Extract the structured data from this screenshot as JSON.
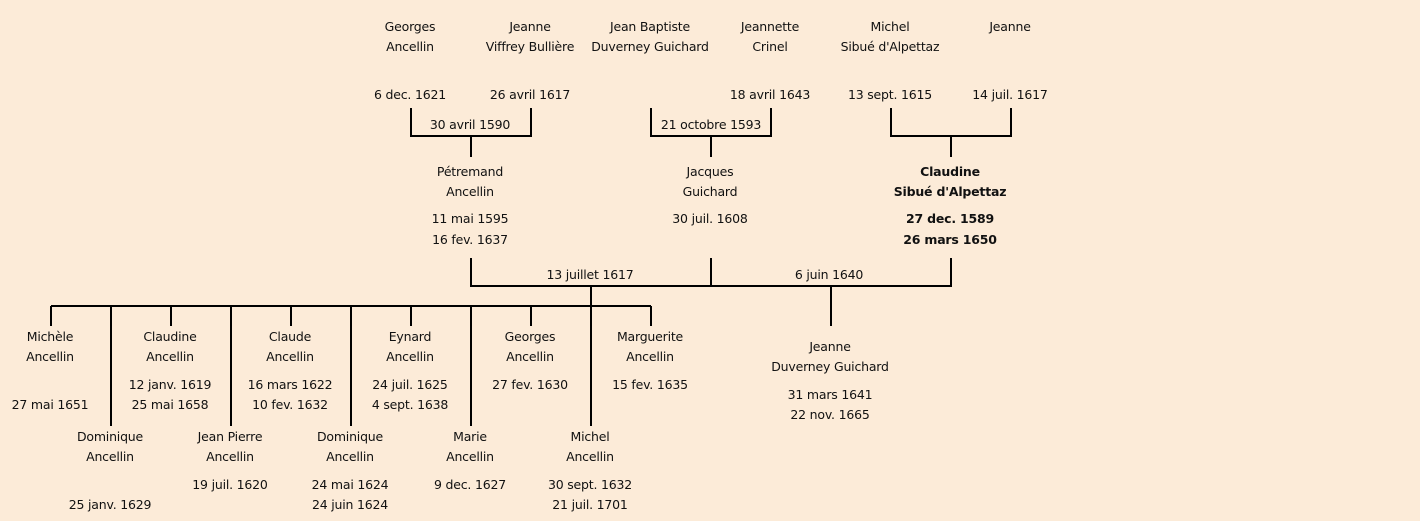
{
  "grandparents": [
    {
      "id": "g1",
      "first": "Georges",
      "last": "Ancellin",
      "date": "6 dec. 1621"
    },
    {
      "id": "g2",
      "first": "Jeanne",
      "last": "Viffrey Bullière",
      "date": "26 avril 1617"
    },
    {
      "id": "g3",
      "first": "Jean Baptiste",
      "last": "Duverney Guichard",
      "date": ""
    },
    {
      "id": "g4",
      "first": "Jeannette",
      "last": "Crinel",
      "date": "18 avril 1643"
    },
    {
      "id": "g5",
      "first": "Michel",
      "last": "Sibué d'Alpettaz",
      "date": "13 sept. 1615"
    },
    {
      "id": "g6",
      "first": "Jeanne",
      "last": "",
      "date": "14 juil. 1617"
    }
  ],
  "grandparent_marriages": [
    {
      "date": "30 avril 1590"
    },
    {
      "date": "21 octobre 1593"
    },
    {
      "date": ""
    }
  ],
  "parents": [
    {
      "first": "Pétremand",
      "last": "Ancellin",
      "birth": "11 mai 1595",
      "death": "16 fev. 1637",
      "bold": false
    },
    {
      "first": "Jacques",
      "last": "Guichard",
      "birth": "30 juil. 1608",
      "death": "",
      "bold": false
    },
    {
      "first": "Claudine",
      "last": "Sibué d'Alpettaz",
      "birth": "27 dec. 1589",
      "death": "26 mars 1650",
      "bold": true
    }
  ],
  "marriages": [
    {
      "date": "13 juillet 1617"
    },
    {
      "date": "6 juin 1640"
    }
  ],
  "children_first_marriage": [
    {
      "first": "Michèle",
      "last": "Ancellin",
      "birth": "",
      "death": "27 mai 1651"
    },
    {
      "first": "Dominique",
      "last": "Ancellin",
      "birth": "",
      "death": "25 janv. 1629"
    },
    {
      "first": "Claudine",
      "last": "Ancellin",
      "birth": "12 janv. 1619",
      "death": "25 mai 1658"
    },
    {
      "first": "Jean Pierre",
      "last": "Ancellin",
      "birth": "19 juil. 1620",
      "death": ""
    },
    {
      "first": "Claude",
      "last": "Ancellin",
      "birth": "16 mars 1622",
      "death": "10 fev. 1632"
    },
    {
      "first": "Dominique",
      "last": "Ancellin",
      "birth": "24 mai 1624",
      "death": "24 juin 1624"
    },
    {
      "first": "Eynard",
      "last": "Ancellin",
      "birth": "24 juil. 1625",
      "death": "4 sept. 1638"
    },
    {
      "first": "Marie",
      "last": "Ancellin",
      "birth": "9 dec. 1627",
      "death": ""
    },
    {
      "first": "Georges",
      "last": "Ancellin",
      "birth": "27 fev. 1630",
      "death": ""
    },
    {
      "first": "Michel",
      "last": "Ancellin",
      "birth": "30 sept. 1632",
      "death": "21 juil. 1701"
    },
    {
      "first": "Marguerite",
      "last": "Ancellin",
      "birth": "15 fev. 1635",
      "death": ""
    }
  ],
  "children_second_marriage": [
    {
      "first": "Jeanne",
      "last": "Duverney Guichard",
      "birth": "31 mars 1641",
      "death": "22 nov. 1665"
    }
  ],
  "colors": {
    "background": "#FCEBD8",
    "line": "#000000",
    "text": "#111111"
  }
}
